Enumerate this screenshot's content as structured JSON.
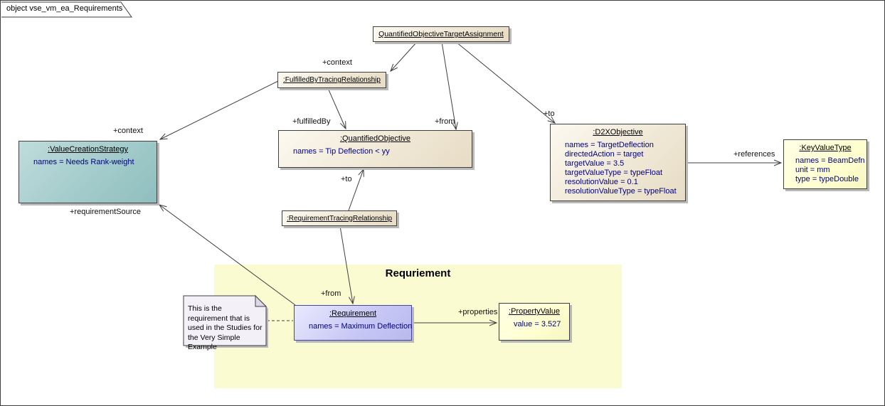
{
  "window": {
    "tab_label": "object vse_vm_ea_Requirements"
  },
  "region": {
    "title": "Requriement"
  },
  "note": {
    "text": "This is the requirement that is used in the Studies for the Very Simple Example"
  },
  "nodes": {
    "quantified_objective_target_assignment": {
      "title": "QuantifiedObjectiveTargetAssignment",
      "attrs": []
    },
    "fulfilled_by_tracing_relationship": {
      "title": ":FulfilledByTracingRelationship",
      "attrs": []
    },
    "quantified_objective": {
      "title": ":QuantifiedObjective",
      "attrs": [
        "names = Tip Deflection < yy"
      ]
    },
    "value_creation_strategy": {
      "title": ":ValueCreationStrategy",
      "attrs": [
        "names = Needs Rank-weight"
      ]
    },
    "d2x_objective": {
      "title": ":D2XObjective",
      "attrs": [
        "names = TargetDeflection",
        "directedAction = target",
        "targetValue = 3.5",
        "targetValueType = typeFloat",
        "resolutionValue = 0.1",
        "resolutionValueType = typeFloat"
      ]
    },
    "key_value_type": {
      "title": ":KeyValueType",
      "attrs": [
        "names = BeamDefn",
        "unit = mm",
        "type = typeDouble"
      ]
    },
    "requirement_tracing_relationship": {
      "title": ":RequirementTracingRelationship",
      "attrs": []
    },
    "requirement": {
      "title": ":Requirement",
      "attrs": [
        "names = Maximum Deflection"
      ]
    },
    "property_value": {
      "title": ":PropertyValue",
      "attrs": [
        "value = 3.527"
      ]
    }
  },
  "edge_labels": {
    "context_top": "+context",
    "from_top": "+from",
    "to_top": "+to",
    "context_left": "+context",
    "fulfilled_by": "+fulfilledBy",
    "to_mid": "+to",
    "from_bottom": "+from",
    "requirement_source": "+requirementSource",
    "properties": "+properties",
    "references": "+references"
  },
  "colors": {
    "object_beige": "#f0e8d6",
    "strategy_teal": "#a3cbcb",
    "requirement_lavender": "#c9c9f6",
    "value_yellow": "#ffffd2",
    "region_yellow": "#fbfbd2",
    "attribute_text": "#000080",
    "line": "#3f3f3f"
  }
}
